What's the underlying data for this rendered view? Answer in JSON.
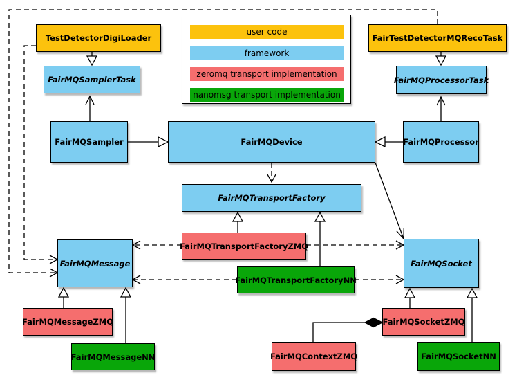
{
  "colors": {
    "user-code": "#FCC20D",
    "framework": "#7DCDF1",
    "zeromq": "#F56E6E",
    "nanomsg": "#09A609",
    "border": "#000000",
    "background": "#FFFFFF"
  },
  "legend": {
    "items": [
      {
        "label": "user code",
        "category": "user-code"
      },
      {
        "label": "framework",
        "category": "framework"
      },
      {
        "label": "zeromq transport implementation",
        "category": "zeromq"
      },
      {
        "label": "nanomsg transport implementation",
        "category": "nanomsg"
      }
    ]
  },
  "nodes": [
    {
      "id": "TestDetectorDigiLoader",
      "label": "TestDetectorDigiLoader",
      "category": "user-code",
      "abstract": false
    },
    {
      "id": "FairTestDetectorMQRecoTask",
      "label": "FairTestDetectorMQRecoTask",
      "category": "user-code",
      "abstract": false
    },
    {
      "id": "FairMQSamplerTask",
      "label": "FairMQSamplerTask",
      "category": "framework",
      "abstract": true
    },
    {
      "id": "FairMQProcessorTask",
      "label": "FairMQProcessorTask",
      "category": "framework",
      "abstract": true
    },
    {
      "id": "FairMQSampler",
      "label": "FairMQSampler",
      "category": "framework",
      "abstract": false
    },
    {
      "id": "FairMQDevice",
      "label": "FairMQDevice",
      "category": "framework",
      "abstract": false
    },
    {
      "id": "FairMQProcessor",
      "label": "FairMQProcessor",
      "category": "framework",
      "abstract": false
    },
    {
      "id": "FairMQTransportFactory",
      "label": "FairMQTransportFactory",
      "category": "framework",
      "abstract": true
    },
    {
      "id": "FairMQTransportFactoryZMQ",
      "label": "FairMQTransportFactoryZMQ",
      "category": "zeromq",
      "abstract": false
    },
    {
      "id": "FairMQTransportFactoryNN",
      "label": "FairMQTransportFactoryNN",
      "category": "nanomsg",
      "abstract": false
    },
    {
      "id": "FairMQMessage",
      "label": "FairMQMessage",
      "category": "framework",
      "abstract": true
    },
    {
      "id": "FairMQSocket",
      "label": "FairMQSocket",
      "category": "framework",
      "abstract": true
    },
    {
      "id": "FairMQMessageZMQ",
      "label": "FairMQMessageZMQ",
      "category": "zeromq",
      "abstract": false
    },
    {
      "id": "FairMQMessageNN",
      "label": "FairMQMessageNN",
      "category": "nanomsg",
      "abstract": false
    },
    {
      "id": "FairMQSocketZMQ",
      "label": "FairMQSocketZMQ",
      "category": "zeromq",
      "abstract": false
    },
    {
      "id": "FairMQSocketNN",
      "label": "FairMQSocketNN",
      "category": "nanomsg",
      "abstract": false
    },
    {
      "id": "FairMQContextZMQ",
      "label": "FairMQContextZMQ",
      "category": "zeromq",
      "abstract": false
    }
  ],
  "edges": [
    {
      "from": "TestDetectorDigiLoader",
      "to": "FairMQSamplerTask",
      "type": "inheritance"
    },
    {
      "from": "FairTestDetectorMQRecoTask",
      "to": "FairMQProcessorTask",
      "type": "inheritance"
    },
    {
      "from": "FairMQSampler",
      "to": "FairMQDevice",
      "type": "inheritance"
    },
    {
      "from": "FairMQProcessor",
      "to": "FairMQDevice",
      "type": "inheritance"
    },
    {
      "from": "FairMQSampler",
      "to": "FairMQSamplerTask",
      "type": "association"
    },
    {
      "from": "FairMQProcessor",
      "to": "FairMQProcessorTask",
      "type": "association"
    },
    {
      "from": "FairMQDevice",
      "to": "FairMQTransportFactory",
      "type": "dependency"
    },
    {
      "from": "FairMQDevice",
      "to": "FairMQSocket",
      "type": "association"
    },
    {
      "from": "FairMQTransportFactoryZMQ",
      "to": "FairMQTransportFactory",
      "type": "inheritance"
    },
    {
      "from": "FairMQTransportFactoryNN",
      "to": "FairMQTransportFactory",
      "type": "inheritance"
    },
    {
      "from": "FairMQTransportFactoryZMQ",
      "to": "FairMQMessage",
      "type": "dependency"
    },
    {
      "from": "FairMQTransportFactoryZMQ",
      "to": "FairMQSocket",
      "type": "dependency"
    },
    {
      "from": "FairMQTransportFactoryNN",
      "to": "FairMQMessage",
      "type": "dependency"
    },
    {
      "from": "FairMQTransportFactoryNN",
      "to": "FairMQSocket",
      "type": "dependency"
    },
    {
      "from": "TestDetectorDigiLoader",
      "to": "FairMQMessage",
      "type": "dependency"
    },
    {
      "from": "FairTestDetectorMQRecoTask",
      "to": "FairMQMessage",
      "type": "dependency"
    },
    {
      "from": "FairMQMessageZMQ",
      "to": "FairMQMessage",
      "type": "inheritance"
    },
    {
      "from": "FairMQMessageNN",
      "to": "FairMQMessage",
      "type": "inheritance"
    },
    {
      "from": "FairMQSocketZMQ",
      "to": "FairMQSocket",
      "type": "inheritance"
    },
    {
      "from": "FairMQSocketNN",
      "to": "FairMQSocket",
      "type": "inheritance"
    },
    {
      "from": "FairMQContextZMQ",
      "to": "FairMQSocketZMQ",
      "type": "composition"
    }
  ]
}
